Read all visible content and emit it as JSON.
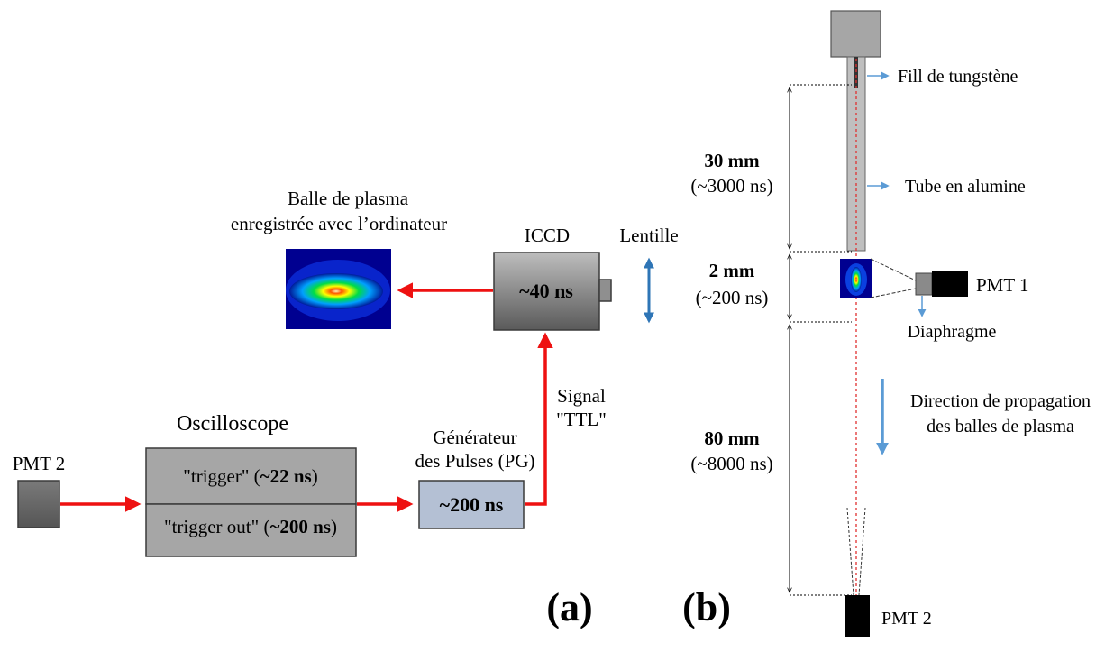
{
  "panel_a": {
    "label": "(a)",
    "plasma_caption_line1": "Balle de plasma",
    "plasma_caption_line2": "enregistrée avec l’ordinateur",
    "iccd_title": "ICCD",
    "iccd_value": "~40 ns",
    "lens_label": "Lentille",
    "signal_line1": "Signal",
    "signal_line2": "\"TTL\"",
    "oscilloscope_title": "Oscilloscope",
    "trigger_prefix": "\"trigger\" (",
    "trigger_value": "~22 ns",
    "trigger_suffix": ")",
    "trigger_out_prefix": "\"trigger out\" (",
    "trigger_out_value": "~200 ns",
    "trigger_out_suffix": ")",
    "pmt2_label": "PMT 2",
    "pg_line1": "Générateur",
    "pg_line2": "des Pulses (PG)",
    "pg_value": "~200 ns"
  },
  "panel_b": {
    "label": "(b)",
    "tungsten_label": "Fill de tungstène",
    "tube_label": "Tube en alumine",
    "dim1_value": "30 mm",
    "dim1_time": "(~3000 ns)",
    "dim2_value": "2 mm",
    "dim2_time": "(~200 ns)",
    "dim3_value": "80 mm",
    "dim3_time": "(~8000 ns)",
    "pmt1_label": "PMT 1",
    "diaphragm_label": "Diaphragme",
    "direction_line1": "Direction de propagation",
    "direction_line2": "des balles de plasma",
    "pmt2_label": "PMT 2"
  },
  "colors": {
    "signal_arrow": "#ee1111",
    "lens_arrow": "#2e75b6",
    "device_gray": "#a6a6a6",
    "pg_fill": "#b4c0d4",
    "tube_fill": "#bfbfbf",
    "pointer_blue": "#5b9bd5"
  }
}
